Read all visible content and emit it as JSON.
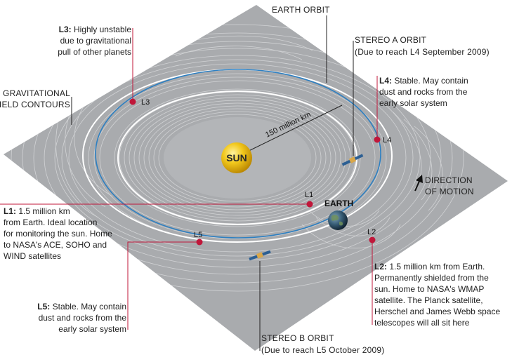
{
  "labels": {
    "earth_orbit": "EARTH ORBIT",
    "stereo_a_title": "STEREO A ORBIT",
    "stereo_a_note": "(Due to reach L4 September 2009)",
    "stereo_b_title": "STEREO B ORBIT",
    "stereo_b_note": "(Due to reach L5 October 2009)",
    "gravitational_1": "GRAVITATIONAL",
    "gravitational_2": "FIELD CONTOURS",
    "direction_1": "DIRECTION",
    "direction_2": "OF MOTION",
    "sun": "SUN",
    "earth": "EARTH",
    "distance": "150 million km"
  },
  "points": {
    "L1": "L1",
    "L2": "L2",
    "L3": "L3",
    "L4": "L4",
    "L5": "L5"
  },
  "notes": {
    "L3": {
      "key": "L3:",
      "line1": " Highly unstable",
      "line2": "due to gravitational",
      "line3": "pull of other planets"
    },
    "L4": {
      "key": "L4:",
      "line1": " Stable. May contain",
      "line2": "dust and rocks from the",
      "line3": "early solar system"
    },
    "L1": {
      "key": "L1:",
      "line1": " 1.5 million km",
      "line2": "from Earth. Ideal location",
      "line3": "for monitoring the sun. Home",
      "line4": "to NASA's ACE, SOHO and",
      "line5": "WIND satellites"
    },
    "L5": {
      "key": "L5:",
      "line1": " Stable. May contain",
      "line2": "dust and rocks from the",
      "line3": "early solar system"
    },
    "L2": {
      "key": "L2:",
      "line1": " 1.5 million km from Earth.",
      "line2": "Permanently shielded from the",
      "line3": "sun. Home to NASA's WMAP",
      "line4": "satellite. The Planck satellite,",
      "line5": "Herschel and James Webb space",
      "line6": "telescopes will all sit here"
    }
  },
  "colors": {
    "plane": "#a9abae",
    "plane_inner": "#b4b6b9",
    "contour": "#d9dadc",
    "orbit": "#2d7fc1",
    "leader": "#c0173a",
    "lagrange_dot": "#c0173a",
    "sun": "#e8b80c",
    "earth": "#2f4f6f"
  }
}
